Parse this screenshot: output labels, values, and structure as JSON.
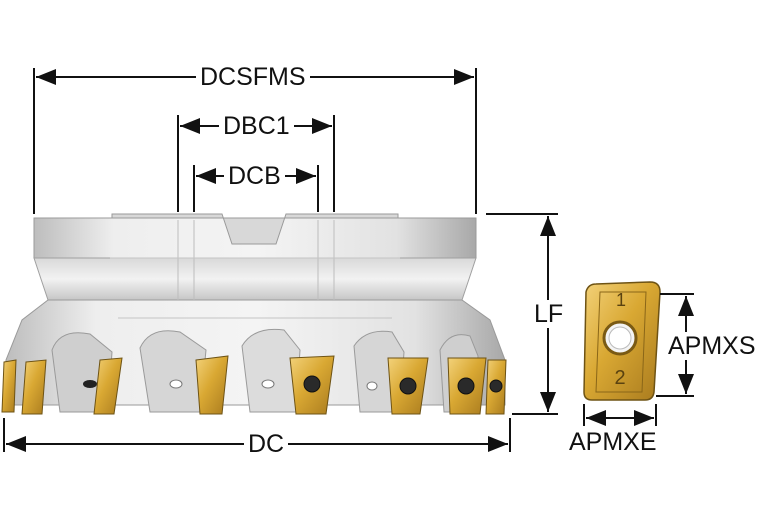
{
  "dimensions": {
    "cutting_diameter": "DC",
    "mounting_face_diameter": "DCSFMS",
    "bolt_circle_diameter": "DBC1",
    "bore_diameter": "DCB",
    "functional_length": "LF",
    "insert_length": "APMXS",
    "insert_width": "APMXE"
  },
  "insert_markings": {
    "top_mark": "1",
    "bottom_mark": "2"
  },
  "colors": {
    "line": "#111111",
    "body_light": "#e6e6e6",
    "body_mid": "#cfcfcf",
    "body_dark": "#9a9a9a",
    "insert_gold": "#e0b43a",
    "insert_dark": "#b0862a"
  }
}
